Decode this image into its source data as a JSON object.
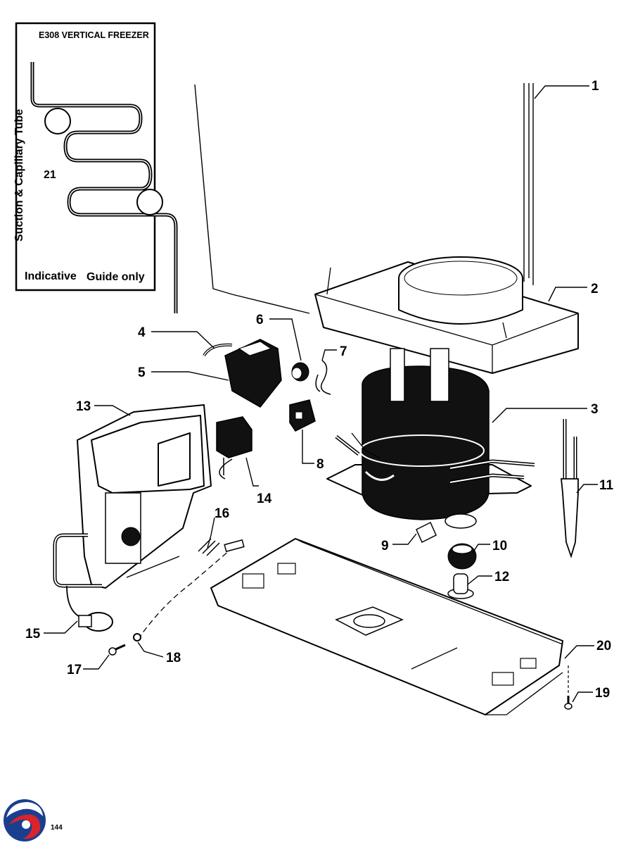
{
  "inset": {
    "title": "E308 VERTICAL FREEZER",
    "side_label": "Suction & Capillary Tube",
    "part_number": "21",
    "note_left": "Indicative",
    "note_right": "Guide only"
  },
  "callouts": [
    "1",
    "2",
    "3",
    "4",
    "5",
    "6",
    "7",
    "8",
    "9",
    "10",
    "11",
    "12",
    "13",
    "14",
    "15",
    "16",
    "17",
    "18",
    "19",
    "20"
  ],
  "footer": {
    "page_number": "144",
    "logo_icon": "swirl-logo-icon"
  },
  "colors": {
    "ink": "#000000",
    "logo_blue": "#1a3f8f",
    "logo_red": "#d9232d"
  }
}
